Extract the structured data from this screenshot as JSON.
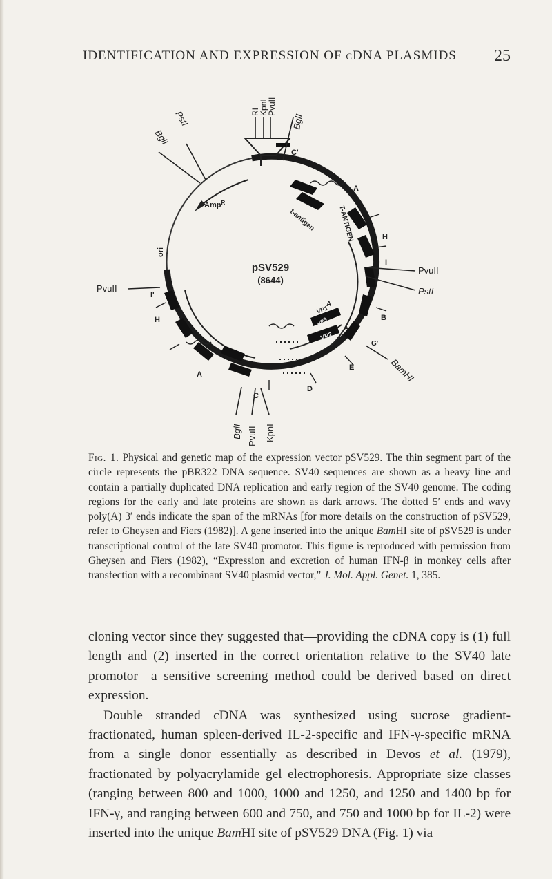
{
  "running_head": {
    "title": "IDENTIFICATION AND EXPRESSION OF cDNA PLASMIDS",
    "page_number": "25"
  },
  "figure": {
    "plasmid_name": "pSV529",
    "plasmid_size": "(8644)",
    "labels": {
      "ampr": "Amp",
      "ampr_sup": "R",
      "ori": "ori",
      "t_antigen": "t-antigen",
      "T_antigen": "T-ANTIGEN",
      "vp1": "VP1",
      "vp2": "VP2",
      "vp3": "VP3",
      "A_top": "A",
      "A_bottom": "A",
      "A_inner": "A",
      "A_inner2": "A",
      "H_right": "H",
      "H_left": "H",
      "I_right": "I",
      "I_left": "I'",
      "B": "B",
      "C_top": "C'",
      "C_bottom": "C",
      "D": "D",
      "E": "E",
      "G": "G'",
      "pvuII_right": "PvuII",
      "pstI_right": "PstI",
      "pvuII_left": "PvuII",
      "bamHI": "BamHI",
      "bglI_top_left": "BglI",
      "pstI_top_left": "PstI",
      "ecoRI_top": "RI",
      "kpnI_top": "KpnI",
      "pvuII_top": "PvuII",
      "bglI_top_right": "BglI",
      "bglI_bottom": "BglI",
      "pvuII_bottom": "PvuII",
      "kpnI_bottom": "KpnI"
    }
  },
  "caption": {
    "label": "Fig. 1.",
    "text": " Physical and genetic map of the expression vector pSV529. The thin segment part of the circle represents the pBR322 DNA sequence. SV40 sequences are shown as a heavy line and contain a partially duplicated DNA replication and early region of the SV40 genome. The coding regions for the early and late proteins are shown as dark arrows. The dotted 5′ ends and wavy poly(A) 3′ ends indicate the span of the mRNAs [for more details on the construction of pSV529, refer to Gheysen and Fiers (1982)]. A gene inserted into the unique ",
    "bamhi": "Bam",
    "text2": "HI site of pSV529 is under transcriptional control of the late SV40 promotor. This figure is reproduced with permission from Gheysen and Fiers (1982), “Expression and excretion of human IFN-β in monkey cells after transfection with a recombinant SV40 plasmid vector,” ",
    "journal": "J. Mol. Appl. Genet.",
    "text3": " 1, 385."
  },
  "body": {
    "p1": "cloning vector since they suggested that—providing the cDNA copy is (1) full length and (2) inserted in the correct orientation relative to the SV40 late promotor—a sensitive screening method could be derived based on direct expression.",
    "p2a": "Double stranded cDNA was synthesized using sucrose gradient-fractionated, human spleen-derived IL-2-specific and IFN-γ-specific mRNA from a single donor essentially as described in Devos ",
    "p2_etal": "et al.",
    "p2b": " (1979), fractionated by polyacrylamide gel electrophoresis. Appropriate size classes (ranging between 800 and 1000, 1000 and 1250, and 1250 and 1400 bp for IFN-γ, and ranging between 600 and 750, and 750 and 1000 bp for IL-2) were inserted into the unique ",
    "p2_bam": "Bam",
    "p2c": "HI site of pSV529 DNA (Fig. 1) via"
  }
}
